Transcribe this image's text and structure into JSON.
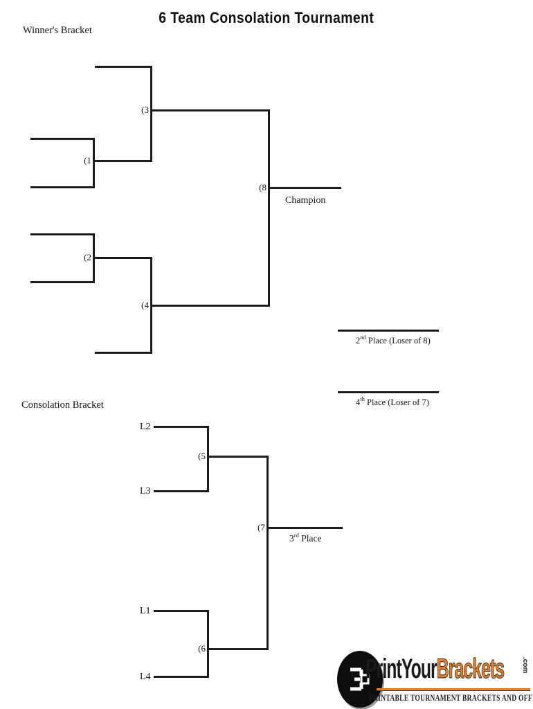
{
  "title": "6 Team Consolation Tournament",
  "winners_bracket": {
    "label": "Winner's Bracket",
    "games": {
      "g1": "(1",
      "g2": "(2",
      "g3": "(3",
      "g4": "(4",
      "g8": "(8"
    },
    "champion_label": "Champion"
  },
  "consolation_bracket": {
    "label": "Consolation Bracket",
    "games": {
      "g5": "(5",
      "g6": "(6",
      "g7": "(7"
    },
    "teams": {
      "l1": "L1",
      "l2": "L2",
      "l3": "L3",
      "l4": "L4"
    }
  },
  "places": {
    "second": {
      "num": "2",
      "sup": "nd",
      "rest": " Place (Loser of 8)"
    },
    "third": {
      "num": "3",
      "sup": "rd",
      "rest": " Place"
    },
    "fourth": {
      "num": "4",
      "sup": "th",
      "rest": " Place (Loser of 7)"
    }
  },
  "logo": {
    "print_your": "PrintYour",
    "brackets": "Brackets",
    "com": ".com",
    "tagline": "PRINTABLE TOURNAMENT BRACKETS AND OFFICE POOLS",
    "colors": {
      "orange": "#E87E26",
      "black": "#0D0D0D"
    }
  }
}
